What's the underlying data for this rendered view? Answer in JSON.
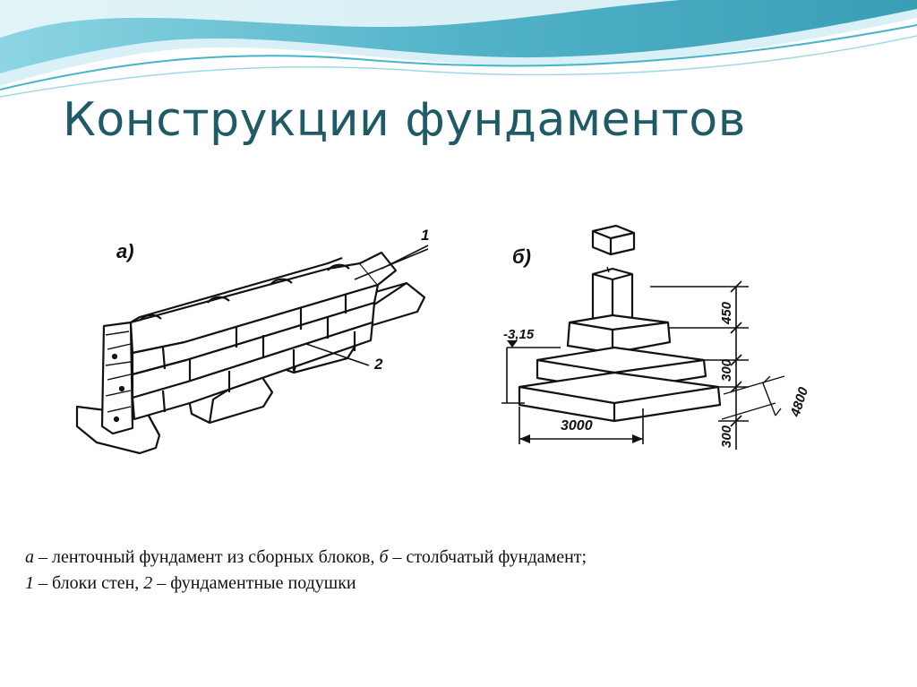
{
  "slide": {
    "title": "Конструкции фундаментов",
    "colors": {
      "title": "#1f5a67",
      "wave_dark": "#2e9db4",
      "wave_light": "#bfe6ef"
    }
  },
  "figure": {
    "label_a": "а)",
    "label_b": "б)",
    "callouts": {
      "wall_blocks": "1",
      "cushions": "2"
    },
    "dimensions": {
      "elevation": "-3,15",
      "h_450": "450",
      "h_300_mid": "300",
      "h_300_bottom": "300",
      "height_total": "4800",
      "width": "3000"
    }
  },
  "caption": {
    "line1": [
      {
        "letter": "а",
        "text": " – ленточный фундамент из сборных блоков,  "
      },
      {
        "letter": "б",
        "text": " – столбчатый фундамент;"
      }
    ],
    "line2": [
      {
        "letter": "1",
        "text": " – блоки стен, "
      },
      {
        "letter": "2",
        "text": " – фундаментные подушки"
      }
    ]
  }
}
